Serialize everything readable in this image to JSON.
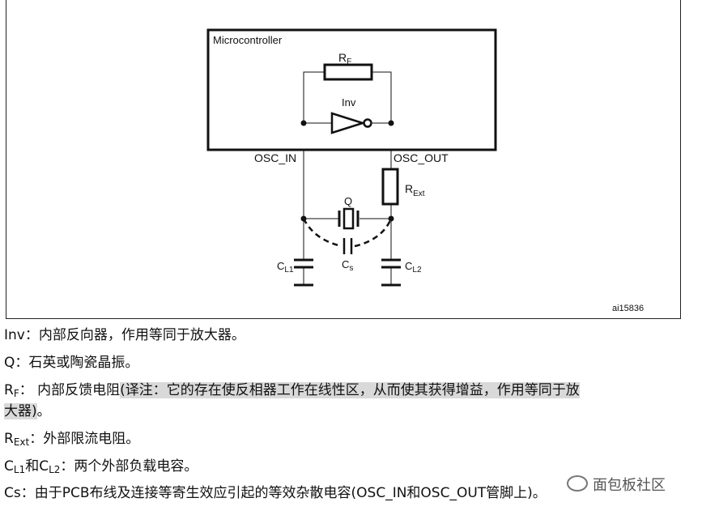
{
  "diagram": {
    "mcu_label": "Microcontroller",
    "rf_label": "R",
    "rf_sub": "F",
    "inv_label": "Inv",
    "osc_in": "OSC_IN",
    "osc_out": "OSC_OUT",
    "rext_label": "R",
    "rext_sub": "Ext",
    "q_label": "Q",
    "cl1_label": "C",
    "cl1_sub": "L1",
    "cs_label": "C",
    "cs_sub": "s",
    "cl2_label": "C",
    "cl2_sub": "L2",
    "figure_id": "ai15836"
  },
  "notes": {
    "inv_term": "Inv",
    "inv_text": "：内部反向器，作用等同于放大器。",
    "q_term": "Q",
    "q_text": "：石英或陶瓷晶振。",
    "rf_term": "R",
    "rf_sub": "F",
    "rf_text": "： 内部反馈电阻",
    "rf_note_line1": "(译注：它的存在使反相器工作在线性区，从而使其获得增益，作用等同于放",
    "rf_note_line2": "大器)",
    "rf_tail": "。",
    "rext_term": "R",
    "rext_sub": "Ext",
    "rext_text": "：外部限流电阻。",
    "cl_term1": "C",
    "cl_sub1": "L1",
    "cl_and": "和",
    "cl_term2": "C",
    "cl_sub2": "L2",
    "cl_text": "：两个外部负载电容。",
    "cs_term": "Cs",
    "cs_text": "：由于PCB布线及连接等寄生效应引起的等效杂散电容(OSC_IN和OSC_OUT管脚上)。"
  },
  "watermark": "面包板社区"
}
